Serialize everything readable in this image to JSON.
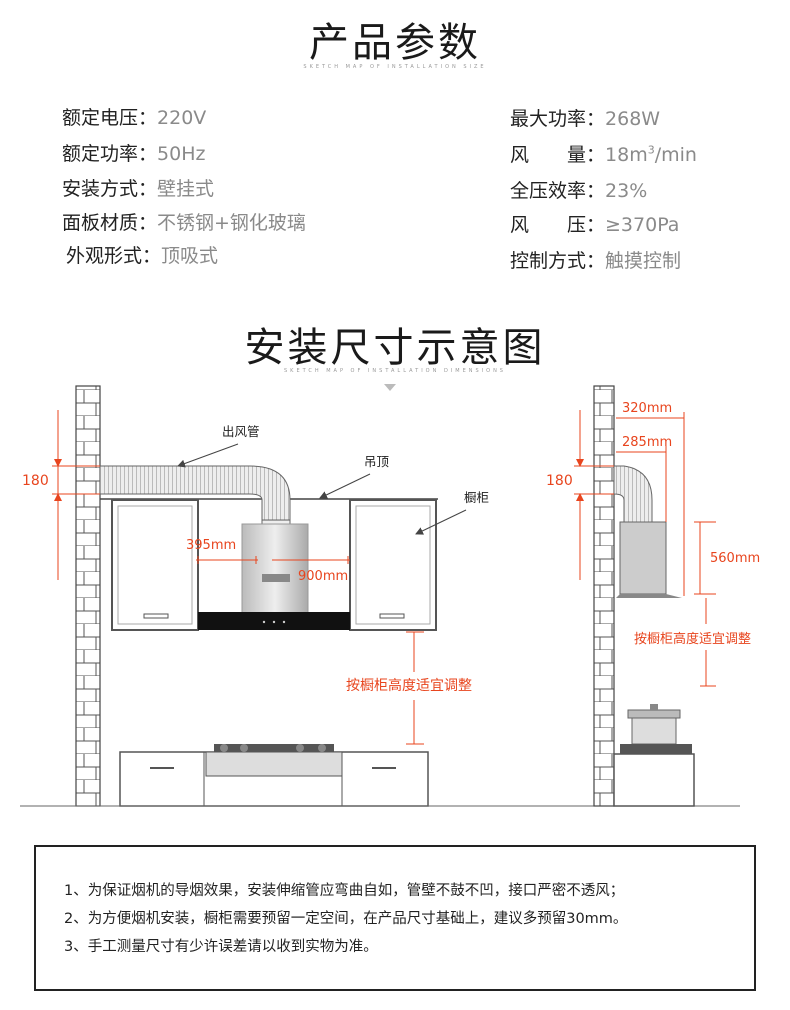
{
  "section1": {
    "title": "产品参数",
    "subtitle": "SKETCH MAP OF INSTALLATION SIZE"
  },
  "specs_left": [
    {
      "label": "额定电压：",
      "value": "220V"
    },
    {
      "label": "额定功率：",
      "value": "50Hz"
    },
    {
      "label": "安装方式：",
      "value": "壁挂式"
    },
    {
      "label": "面板材质：",
      "value": "不锈钢+钢化玻璃"
    },
    {
      "label": "外观形式：",
      "value": "顶吸式"
    }
  ],
  "specs_right": [
    {
      "label": "最大功率：",
      "value": "268W"
    },
    {
      "label": "风　　量：",
      "value": "18m",
      "sup": "3",
      "value_suffix": "/min"
    },
    {
      "label": "全压效率：",
      "value": "23%"
    },
    {
      "label": "风　　压：",
      "value": "≥370Pa"
    },
    {
      "label": "控制方式：",
      "value": "触摸控制"
    }
  ],
  "section2": {
    "title": "安装尺寸示意图",
    "subtitle": "SKETCH MAP OF INSTALLATION DIMENSIONS"
  },
  "diagram": {
    "duct_label": "出风管",
    "ceiling_label": "吊顶",
    "cabinet_label": "橱柜",
    "dim_180_left": "180",
    "dim_395": "395mm",
    "dim_900": "900mm",
    "adjust_label_front": "按橱柜高度适宜调整",
    "dim_180_right": "180",
    "dim_320": "320mm",
    "dim_285": "285mm",
    "dim_560": "560mm",
    "adjust_label_side": "按橱柜高度适宜调整",
    "accent_color": "#e8451e"
  },
  "notes": [
    "1、为保证烟机的导烟效果，安装伸缩管应弯曲自如，管壁不鼓不凹，接口严密不透风；",
    "2、为方便烟机安装，橱柜需要预留一定空间，在产品尺寸基础上，建议多预留30mm。",
    "3、手工测量尺寸有少许误差请以收到实物为准。"
  ]
}
